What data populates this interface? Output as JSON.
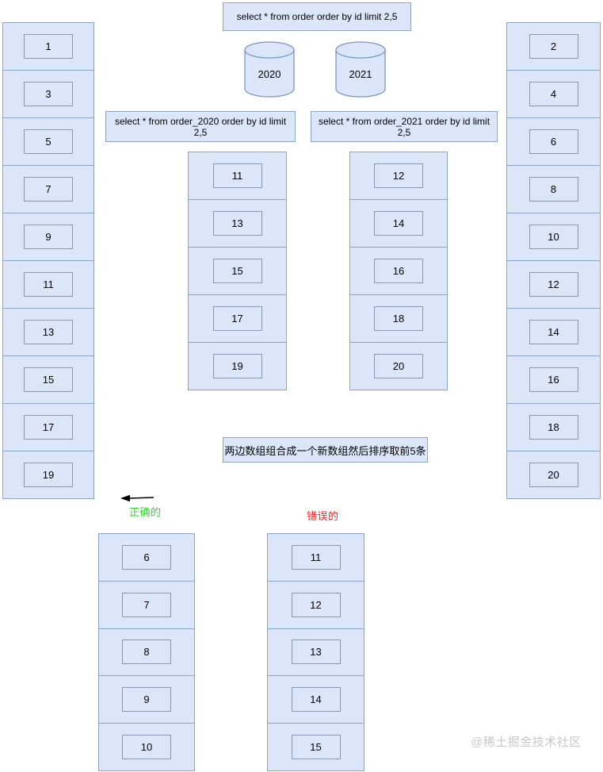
{
  "top_query": "select * from order order by id limit 2,5",
  "databases": [
    {
      "label": "2020"
    },
    {
      "label": "2021"
    }
  ],
  "shard_queries": [
    "select * from order_2020 order by id limit 2,5",
    "select * from order_2021 order by id limit 2,5"
  ],
  "left_table": {
    "rows": [
      "1",
      "3",
      "5",
      "7",
      "9",
      "11",
      "13",
      "15",
      "17",
      "19"
    ]
  },
  "right_table": {
    "rows": [
      "2",
      "4",
      "6",
      "8",
      "10",
      "12",
      "14",
      "16",
      "18",
      "20"
    ]
  },
  "shard_result_2020": {
    "rows": [
      "11",
      "13",
      "15",
      "17",
      "19"
    ]
  },
  "shard_result_2021": {
    "rows": [
      "12",
      "14",
      "16",
      "18",
      "20"
    ]
  },
  "merge_note": "两边数组组合成一个新数组然后排序取前5条",
  "labels": {
    "correct": "正确的",
    "wrong": "错误的"
  },
  "correct_result": {
    "rows": [
      "6",
      "7",
      "8",
      "9",
      "10"
    ]
  },
  "wrong_result": {
    "rows": [
      "11",
      "12",
      "13",
      "14",
      "15"
    ]
  },
  "watermark": "@稀土掘金技术社区",
  "colors": {
    "box-fill": "#dbe7f8",
    "box-border": "#8ea5c8",
    "inner-border": "#8997b0",
    "cylinder-border": "#7d95c5",
    "correct-green": "#2ed52e",
    "wrong-red": "#ff1f1f",
    "watermark-gray": "#c8c8c8",
    "arrow-black": "#000000"
  }
}
